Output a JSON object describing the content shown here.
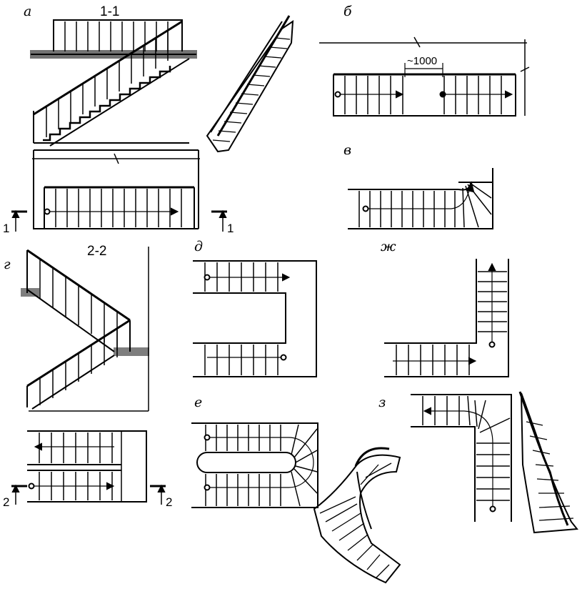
{
  "panels": {
    "a": "а",
    "b": "б",
    "v": "в",
    "g": "г",
    "d": "д",
    "e": "е",
    "zh": "ж",
    "z": "з"
  },
  "sections": {
    "s1": "1-1",
    "s2": "2-2"
  },
  "dimensions": {
    "width_label": "~1000"
  },
  "section_marks": {
    "m1": "1",
    "m2": "2"
  }
}
